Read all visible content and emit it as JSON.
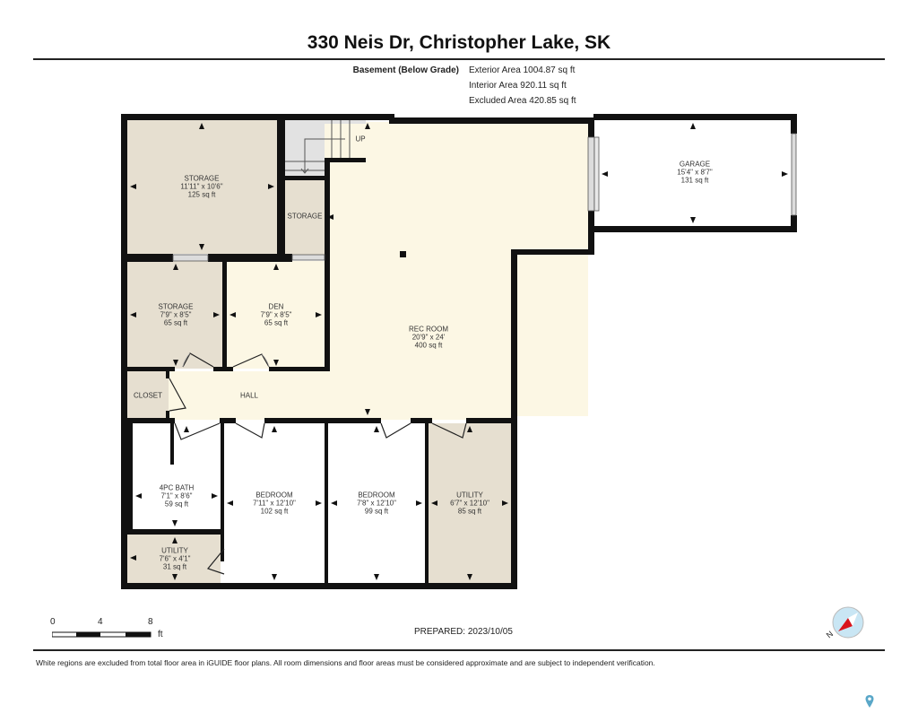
{
  "header": {
    "title": "330 Neis Dr, Christopher Lake, SK"
  },
  "floor": {
    "name": "Basement (Below Grade)",
    "exterior_area": "Exterior Area 1004.87 sq ft",
    "interior_area": "Interior Area 920.11 sq ft",
    "excluded_area": "Excluded Area 420.85 sq ft"
  },
  "colors": {
    "wall": "#111111",
    "storage_fill": "#e6dfd0",
    "living_fill": "#fcf7e4",
    "excluded_fill": "#ffffff",
    "stairs_fill": "#e2e2e2",
    "compass_ring": "#c9e6f4",
    "compass_needle": "#d9141b",
    "pin": "#5aa7c8"
  },
  "rooms": [
    {
      "id": "storage-main",
      "name": "STORAGE",
      "dims": "11'11\" x 10'6\"",
      "area": "125 sq ft"
    },
    {
      "id": "storage-small",
      "name": "STORAGE",
      "dims": "",
      "area": ""
    },
    {
      "id": "garage",
      "name": "GARAGE",
      "dims": "15'4\" x 8'7\"",
      "area": "131 sq ft"
    },
    {
      "id": "storage-2",
      "name": "STORAGE",
      "dims": "7'9\" x 8'5\"",
      "area": "65 sq ft"
    },
    {
      "id": "den",
      "name": "DEN",
      "dims": "7'9\" x 8'5\"",
      "area": "65 sq ft"
    },
    {
      "id": "rec-room",
      "name": "REC ROOM",
      "dims": "20'9\" x 24'",
      "area": "400 sq ft"
    },
    {
      "id": "closet",
      "name": "CLOSET",
      "dims": "",
      "area": ""
    },
    {
      "id": "hall",
      "name": "HALL",
      "dims": "",
      "area": ""
    },
    {
      "id": "bath",
      "name": "4PC BATH",
      "dims": "7'1\" x 8'6\"",
      "area": "59 sq ft"
    },
    {
      "id": "bedroom-1",
      "name": "BEDROOM",
      "dims": "7'11\" x 12'10\"",
      "area": "102 sq ft"
    },
    {
      "id": "bedroom-2",
      "name": "BEDROOM",
      "dims": "7'8\" x 12'10\"",
      "area": "99 sq ft"
    },
    {
      "id": "utility-large",
      "name": "UTILITY",
      "dims": "6'7\" x 12'10\"",
      "area": "85 sq ft"
    },
    {
      "id": "utility-small",
      "name": "UTILITY",
      "dims": "7'6\" x 4'1\"",
      "area": "31 sq ft"
    }
  ],
  "stairs": {
    "label": "UP"
  },
  "scale": {
    "ticks": [
      "0",
      "4",
      "8"
    ],
    "unit": "ft"
  },
  "footer": {
    "prepared": "PREPARED: 2023/10/05",
    "disclaimer": "White regions are excluded from total floor area in iGUIDE floor plans. All room dimensions and floor areas must be considered approximate and are subject to independent verification.",
    "compass_label": "N"
  }
}
